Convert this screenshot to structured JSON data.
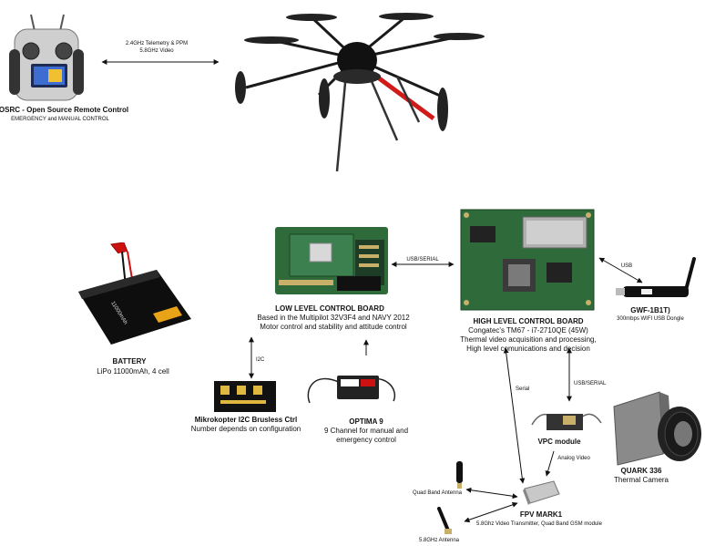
{
  "remote": {
    "title": "OSRC - Open Source Remote Control",
    "subtitle": "EMERGENCY and MANUAL CONTROL"
  },
  "links": {
    "telemetry_line1": "2.4GHz Telemetry & PPM",
    "telemetry_line2": "5.8GHz Video",
    "usb_serial_top": "USB/SERIAL",
    "usb": "USB",
    "i2c": "I2C",
    "serial": "Serial",
    "usb_serial_right": "USB/SERIAL",
    "analog_video": "Analog Video"
  },
  "battery": {
    "title": "BATTERY",
    "subtitle": "LiPo 11000mAh, 4 cell",
    "print": "11000mAh"
  },
  "llcb": {
    "title": "LOW LEVEL CONTROL BOARD",
    "line1": "Based in the Multipilot 32V3F4 and NAVY 2012",
    "line2": "Motor control and stability and attitude control"
  },
  "hlcb": {
    "title": "HIGH LEVEL CONTROL BOARD",
    "line1": "Congatec's TM67 - i7-2710QE (45W)",
    "line2": "Thermal video acquisition and processing,",
    "line3": "High level comunications and decision"
  },
  "gwf": {
    "title": "GWF-1B1T)",
    "subtitle": "300mbps WIFI USB Dongle"
  },
  "mikro": {
    "title": "Mikrokopter I2C Brusless Ctrl",
    "subtitle": "Number depends on configuration"
  },
  "optima": {
    "title": "OPTIMA 9",
    "line1": "9 Channel for manual and",
    "line2": "emergency control"
  },
  "vpc": {
    "title": "VPC module"
  },
  "quark": {
    "title": "QUARK 336",
    "subtitle": "Thermal Camera"
  },
  "fpv": {
    "title": "FPV MARK1",
    "subtitle": "5.8Ghz Video Transmitter, Quad Band GSM module"
  },
  "antennas": {
    "quad": "Quad Band Antenna",
    "ghz": "5.8GHz Antenna"
  },
  "colors": {
    "pcb_green": "#2f6b3a",
    "frame_black": "#1a1a1a",
    "accent_red": "#d11a1a",
    "camera_gray": "#8a8a8a"
  }
}
